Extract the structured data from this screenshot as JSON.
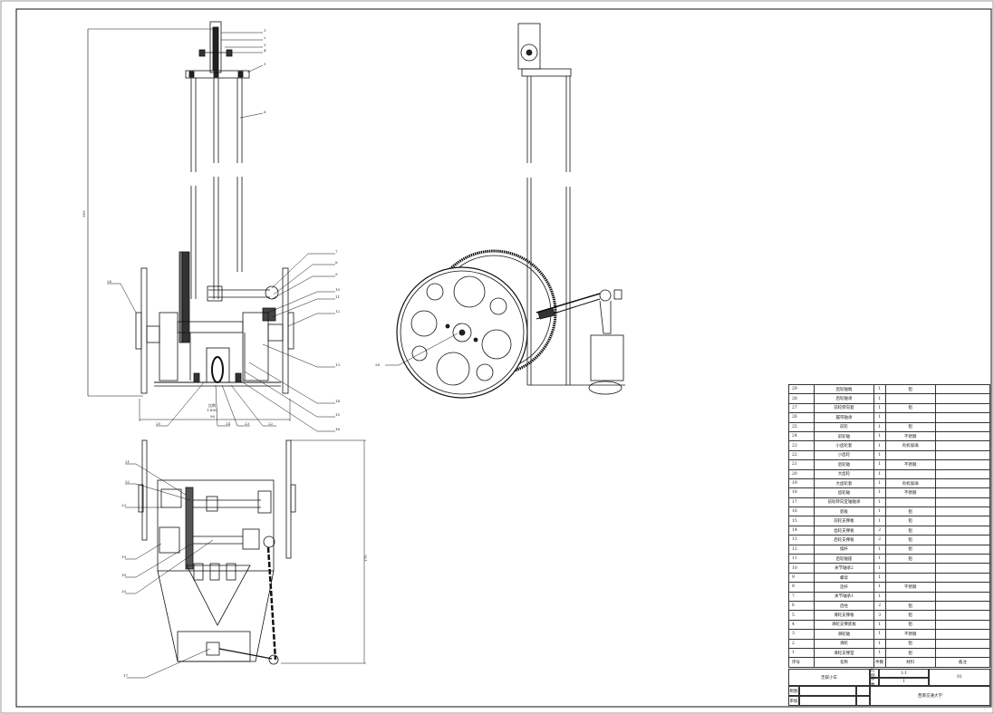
{
  "drawing": {
    "dim_overall_height": "385",
    "dim_base_width": "90",
    "dim_bottom_side": "170",
    "ratio_note_label": "比例",
    "ratio_note_value": "1:800",
    "front_callouts": [
      "1",
      "2",
      "3",
      "4",
      "5",
      "6",
      "7",
      "8",
      "9",
      "10",
      "11",
      "12",
      "13",
      "14",
      "15",
      "16",
      "22",
      "23",
      "24",
      "25",
      "26"
    ],
    "side_callout": "28",
    "bottom_callouts": [
      "21",
      "22",
      "23",
      "19",
      "18",
      "20",
      "17"
    ]
  },
  "parts": [
    {
      "no": "29",
      "name": "后轮轴端",
      "qty": "1",
      "mat": "铝",
      "remark": ""
    },
    {
      "no": "28",
      "name": "后轮轴承",
      "qty": "1",
      "mat": "",
      "remark": ""
    },
    {
      "no": "27",
      "name": "前轮转向套",
      "qty": "1",
      "mat": "铝",
      "remark": ""
    },
    {
      "no": "26",
      "name": "履带轴承",
      "qty": "1",
      "mat": "",
      "remark": ""
    },
    {
      "no": "25",
      "name": "前轮",
      "qty": "1",
      "mat": "铝",
      "remark": ""
    },
    {
      "no": "24",
      "name": "前轮轴",
      "qty": "1",
      "mat": "不锈钢",
      "remark": ""
    },
    {
      "no": "23",
      "name": "小齿轮套",
      "qty": "1",
      "mat": "有机玻璃",
      "remark": ""
    },
    {
      "no": "22",
      "name": "小齿轮",
      "qty": "1",
      "mat": "",
      "remark": ""
    },
    {
      "no": "21",
      "name": "后轮轴",
      "qty": "1",
      "mat": "不锈钢",
      "remark": ""
    },
    {
      "no": "20",
      "name": "大齿轮",
      "qty": "1",
      "mat": "",
      "remark": ""
    },
    {
      "no": "19",
      "name": "大齿轮套",
      "qty": "1",
      "mat": "有机玻璃",
      "remark": ""
    },
    {
      "no": "18",
      "name": "齿轮轴",
      "qty": "1",
      "mat": "不锈钢",
      "remark": ""
    },
    {
      "no": "17",
      "name": "前轮转向室轴轴承",
      "qty": "1",
      "mat": "",
      "remark": ""
    },
    {
      "no": "16",
      "name": "底板",
      "qty": "1",
      "mat": "铝",
      "remark": ""
    },
    {
      "no": "15",
      "name": "前轮支撑板",
      "qty": "1",
      "mat": "铝",
      "remark": ""
    },
    {
      "no": "14",
      "name": "齿轮支撑板",
      "qty": "2",
      "mat": "铝",
      "remark": ""
    },
    {
      "no": "13",
      "name": "后轮支撑板",
      "qty": "2",
      "mat": "铝",
      "remark": ""
    },
    {
      "no": "12",
      "name": "摆杆",
      "qty": "1",
      "mat": "铝",
      "remark": ""
    },
    {
      "no": "11",
      "name": "后轮轴座",
      "qty": "1",
      "mat": "铝",
      "remark": ""
    },
    {
      "no": "10",
      "name": "关节轴承2",
      "qty": "1",
      "mat": "",
      "remark": ""
    },
    {
      "no": "9",
      "name": "螺母",
      "qty": "1",
      "mat": "",
      "remark": ""
    },
    {
      "no": "8",
      "name": "连杆",
      "qty": "1",
      "mat": "不锈钢",
      "remark": ""
    },
    {
      "no": "7",
      "name": "关节轴承1",
      "qty": "1",
      "mat": "",
      "remark": ""
    },
    {
      "no": "6",
      "name": "后柱",
      "qty": "2",
      "mat": "铝",
      "remark": ""
    },
    {
      "no": "5",
      "name": "滑轮支撑板",
      "qty": "3",
      "mat": "铝",
      "remark": ""
    },
    {
      "no": "4",
      "name": "滑轮支撑底板",
      "qty": "1",
      "mat": "铝",
      "remark": ""
    },
    {
      "no": "3",
      "name": "滑轮轴",
      "qty": "1",
      "mat": "不锈钢",
      "remark": ""
    },
    {
      "no": "2",
      "name": "滑轮",
      "qty": "1",
      "mat": "铝",
      "remark": ""
    },
    {
      "no": "1",
      "name": "滑轮支撑室",
      "qty": "1",
      "mat": "铝",
      "remark": ""
    }
  ],
  "table_header": {
    "no": "序号",
    "name": "名称",
    "qty": "件数",
    "mat": "材料",
    "remark": "备注"
  },
  "title_block": {
    "name": "无碳小车",
    "scale_label": "比例",
    "scale_value": "1:1",
    "qty_label": "件数",
    "qty_value": "1",
    "sheet_no": "01",
    "drawn_label": "制图",
    "checked_label": "审核",
    "school": "西南交通大学"
  }
}
